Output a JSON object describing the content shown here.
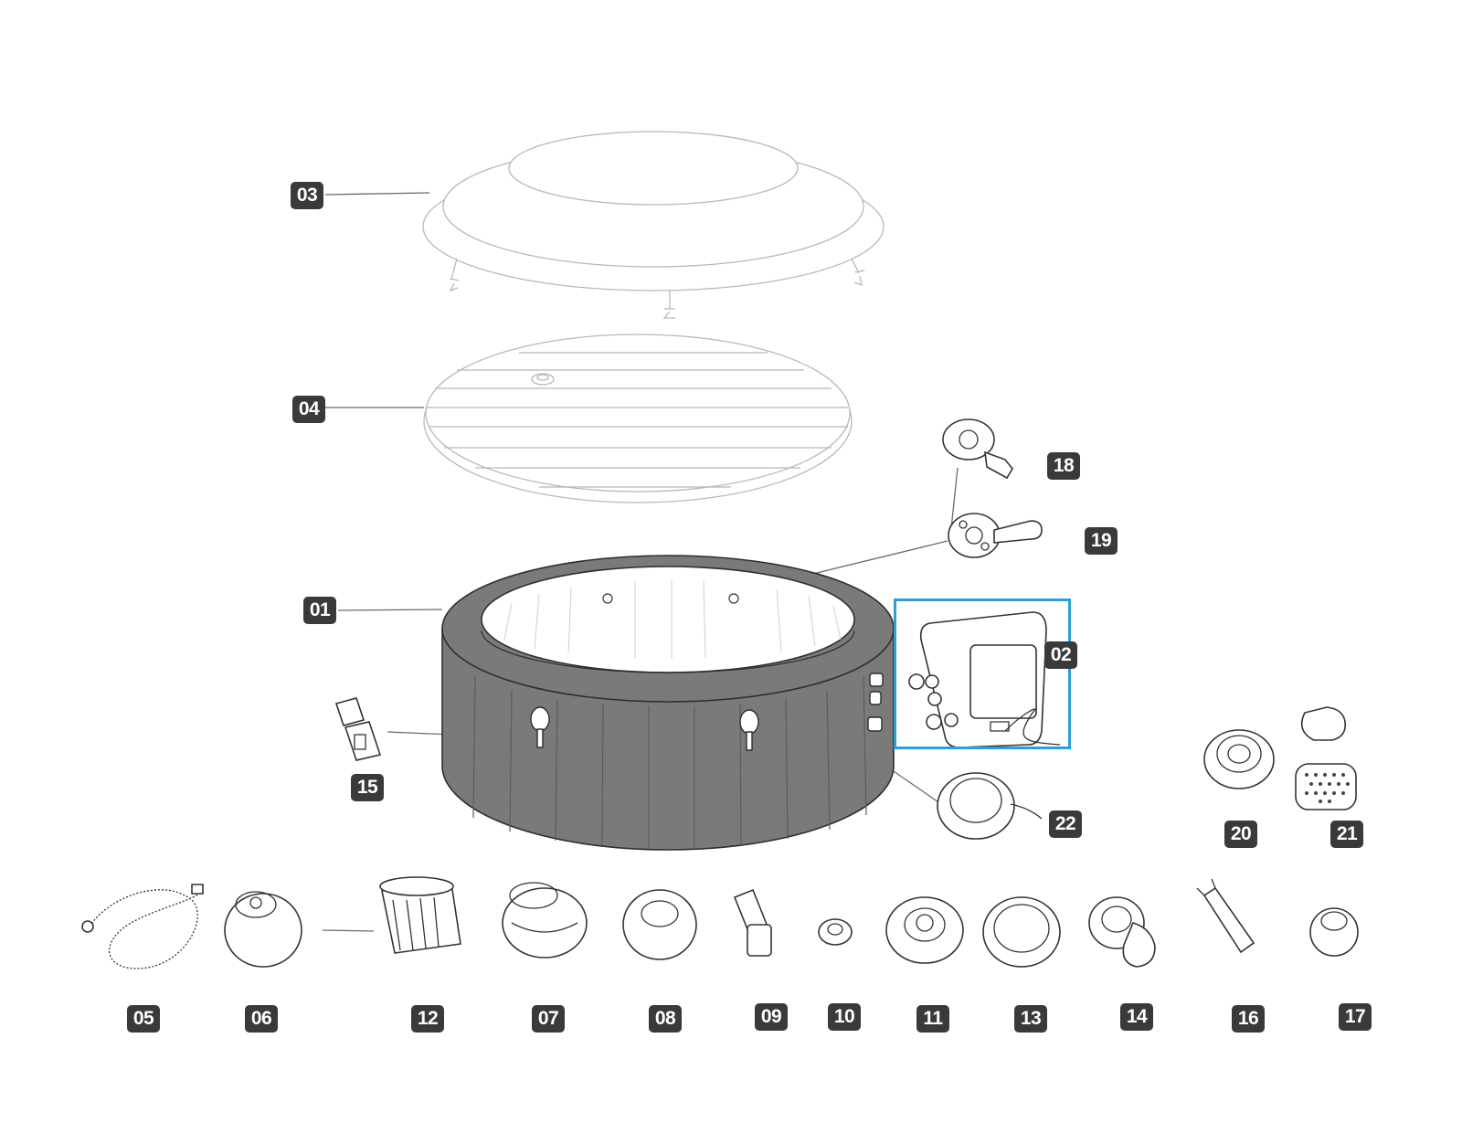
{
  "parts": [
    {
      "id": "p01",
      "label": "01",
      "part": "spa-body"
    },
    {
      "id": "p02",
      "label": "02",
      "part": "pump-control-unit",
      "highlighted": true
    },
    {
      "id": "p03",
      "label": "03",
      "part": "spa-cover"
    },
    {
      "id": "p04",
      "label": "04",
      "part": "inflatable-lid"
    },
    {
      "id": "p05",
      "label": "05",
      "part": "inflation-hose"
    },
    {
      "id": "p06",
      "label": "06",
      "part": "filter-housing"
    },
    {
      "id": "p07",
      "label": "07",
      "part": "strainer-cover"
    },
    {
      "id": "p08",
      "label": "08",
      "part": "valve-cap"
    },
    {
      "id": "p09",
      "label": "09",
      "part": "hose-connector"
    },
    {
      "id": "p10",
      "label": "10",
      "part": "nut-ring"
    },
    {
      "id": "p11",
      "label": "11",
      "part": "drain-plug"
    },
    {
      "id": "p12",
      "label": "12",
      "part": "filter-cartridge"
    },
    {
      "id": "p13",
      "label": "13",
      "part": "threaded-ring"
    },
    {
      "id": "p14",
      "label": "14",
      "part": "drain-valve"
    },
    {
      "id": "p15",
      "label": "15",
      "part": "buckle"
    },
    {
      "id": "p16",
      "label": "16",
      "part": "valve-adapter"
    },
    {
      "id": "p17",
      "label": "17",
      "part": "air-valve"
    },
    {
      "id": "p18",
      "label": "18",
      "part": "jet-nozzle"
    },
    {
      "id": "p19",
      "label": "19",
      "part": "jet-fitting"
    },
    {
      "id": "p20",
      "label": "20",
      "part": "spa-nut"
    },
    {
      "id": "p21",
      "label": "21",
      "part": "headrest"
    },
    {
      "id": "p22",
      "label": "22",
      "part": "connector-cap"
    }
  ],
  "colors": {
    "badge": "#3a3a3a",
    "badge_text": "#ffffff",
    "highlight": "#2e9fd6",
    "spa_wall": "#7a7a7a"
  }
}
